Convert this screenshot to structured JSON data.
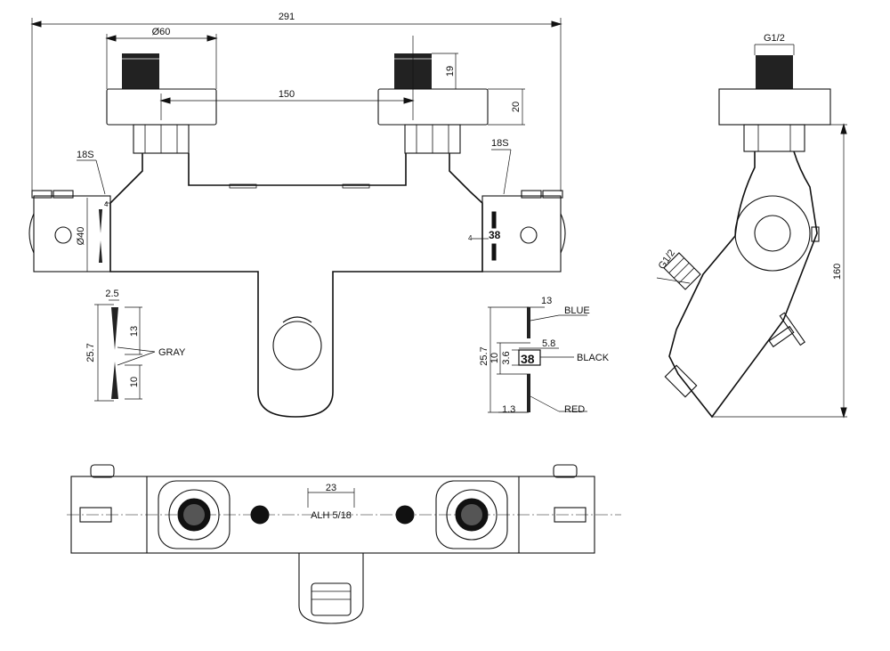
{
  "dimensions": {
    "overall_width": "291",
    "knob_diameter": "Ø60",
    "inlet_spacing": "150",
    "thread_height": "19",
    "knob_height": "20",
    "left_wrench": "18S",
    "right_wrench": "18S",
    "body_diameter": "Ø40",
    "small_left": "4",
    "small_right": "4",
    "side_thread": "G1/2",
    "side_height": "160",
    "side_outlet_thread": "G1/2",
    "bottom_spacing": "23",
    "bottom_label": "ALH 5/18"
  },
  "detail_left": {
    "width": "2.5",
    "top_height": "13",
    "total_height": "25.7",
    "bottom_height": "10",
    "color_label": "GRAY"
  },
  "detail_right": {
    "top_height": "13",
    "total_height": "25.7",
    "mid_height": "10",
    "digit_height": "3.6",
    "digit_width": "5.8",
    "bottom_offset": "1.3",
    "blue_label": "BLUE",
    "black_label": "BLACK",
    "red_label": "RED",
    "temp_marking": "38"
  }
}
